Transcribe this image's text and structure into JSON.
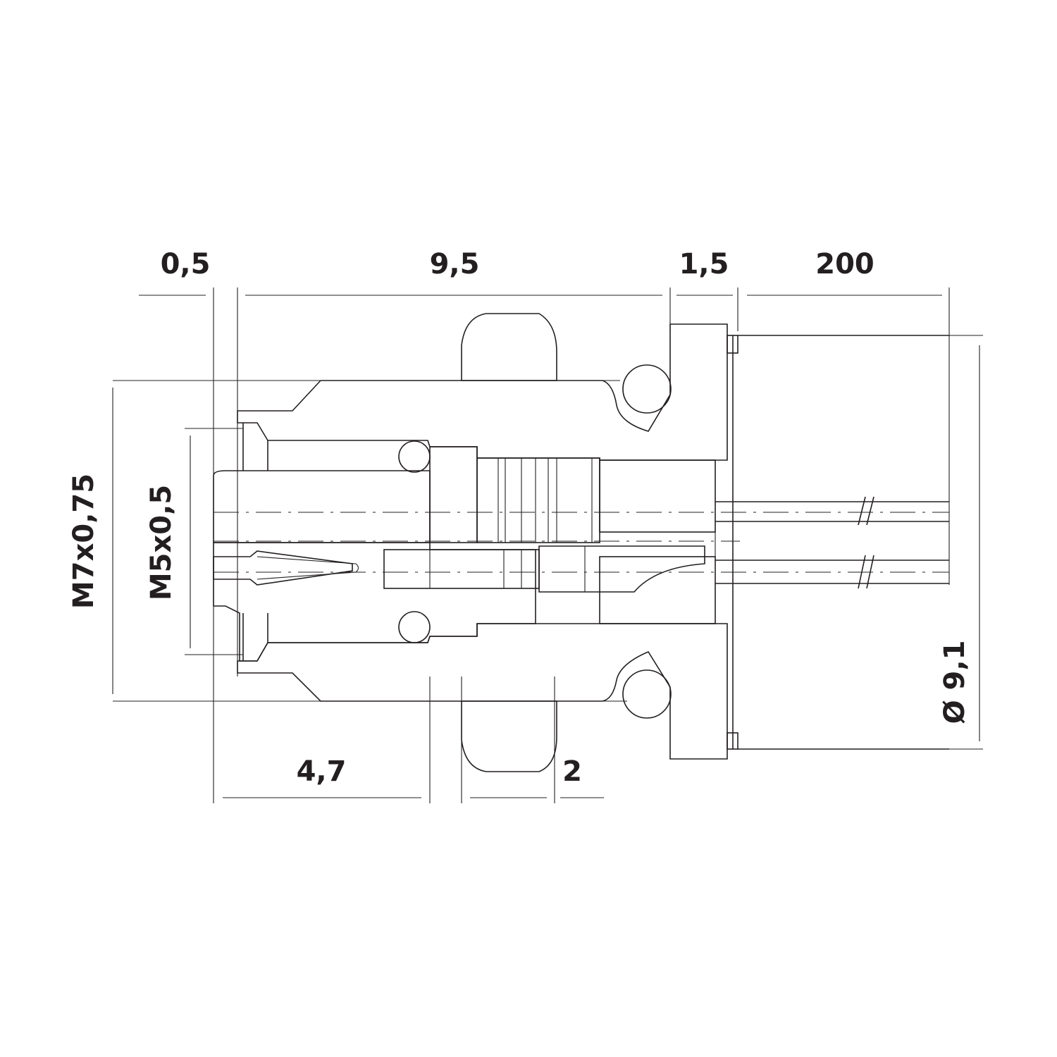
{
  "dimensions": {
    "top_0_5": "0,5",
    "top_9_5": "9,5",
    "top_1_5": "1,5",
    "top_200": "200",
    "bottom_4_7": "4,7",
    "bottom_2": "2",
    "thread_outer": "M7x0,75",
    "thread_inner": "M5x0,5",
    "diameter": "Ø 9,1"
  },
  "colors": {
    "line": "#231f20",
    "background": "#ffffff"
  }
}
